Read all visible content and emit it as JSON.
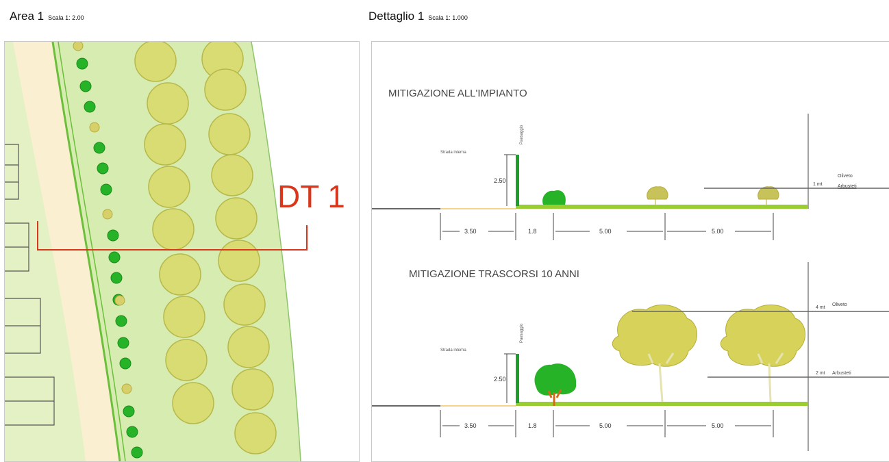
{
  "area_panel": {
    "title": "Area 1",
    "scale": "Scala 1: 2.00",
    "section_marker": "DT 1"
  },
  "detail_panel": {
    "title": "Dettaglio 1",
    "scale": "Scala 1: 1.000",
    "sections": [
      {
        "heading": "MITIGAZIONE ALL'IMPIANTO",
        "road_label": "Strada interna",
        "fence_label": "Paesaggio",
        "fence_height": "2.50",
        "dims": [
          "3.50",
          "1.8",
          "5.00",
          "5.00"
        ],
        "height_labels": [
          {
            "value": "1 mt",
            "names": [
              "Oliveto",
              "Arbusteti"
            ]
          }
        ]
      },
      {
        "heading": "MITIGAZIONE TRASCORSI 10 ANNI",
        "road_label": "Strada interna",
        "fence_label": "Paesaggio",
        "fence_height": "2.50",
        "dims": [
          "3.50",
          "1.8",
          "5.00",
          "5.00"
        ],
        "height_labels": [
          {
            "value": "4 mt",
            "names": [
              "Oliveto"
            ]
          },
          {
            "value": "2 mt",
            "names": [
              "Arbusteti"
            ]
          }
        ]
      }
    ]
  },
  "colors": {
    "ground_green": "#9acd32",
    "shrub_green": "#2ba82b",
    "olive_yellow": "#c7c35a",
    "marker_red": "#d9361c",
    "road_beige": "#fbefd2",
    "field_green": "#d7ecb0"
  }
}
